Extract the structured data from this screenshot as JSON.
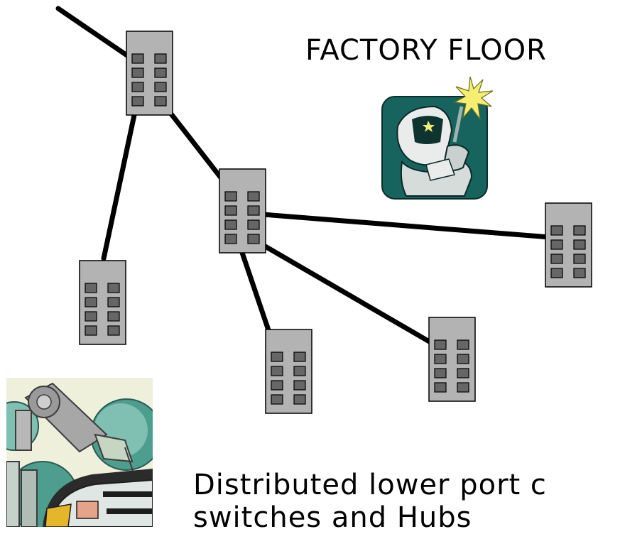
{
  "title": "FACTORY FLOOR",
  "caption": {
    "line1": "Distributed lower port c",
    "line2": "switches and Hubs"
  },
  "colors": {
    "switch_body": "#b3b3b3",
    "port": "#666666",
    "cable": "#000000",
    "welder_bg": "#17645f",
    "spark": "#f4ef72",
    "robot_bg": "#eef0dc"
  },
  "icons": {
    "welder": "welder-clipart-icon",
    "robot": "robot-arm-clipart-icon"
  }
}
